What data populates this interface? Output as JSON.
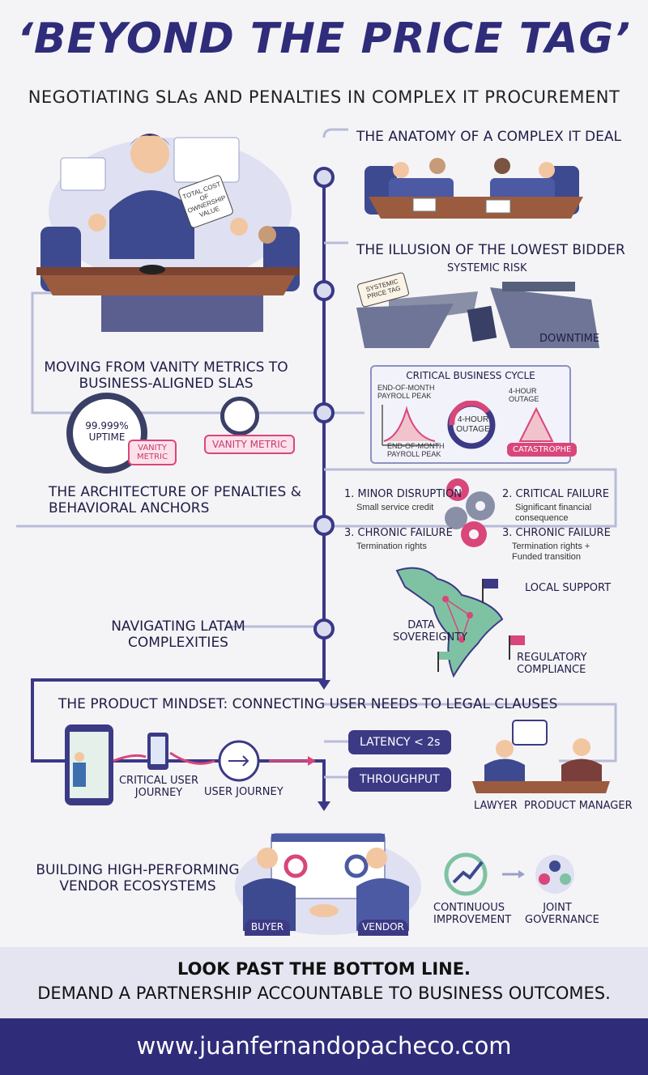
{
  "header": {
    "title": "‘BEYOND THE PRICE TAG’",
    "subtitle": "NEGOTIATING SLAs AND PENALTIES IN COMPLEX IT PROCUREMENT"
  },
  "sections": {
    "anatomy": "THE ANATOMY OF A COMPLEX IT DEAL",
    "lowest_bidder": "THE ILLUSION OF THE LOWEST BIDDER",
    "vanity_metrics": "MOVING FROM VANITY METRICS TO BUSINESS-ALIGNED SLAS",
    "penalties": "THE ARCHITECTURE OF PENALTIES & BEHAVIORAL ANCHORS",
    "latam": "NAVIGATING LATAM COMPLEXITIES",
    "product_mindset": "THE PRODUCT MINDSET: CONNECTING USER NEEDS TO LEGAL CLAUSES",
    "vendor_ecosystems": "BUILDING HIGH-PERFORMING VENDOR ECOSYSTEMS"
  },
  "illustrations": {
    "price_tag": "TOTAL COST OF OWNERSHIP VALUE",
    "lowest_price_tag": "SYSTEMIC PRICE TAG",
    "systemic_risk": "SYSTEMIC RISK",
    "downtime": "DOWNTIME",
    "uptime": "99.999% UPTIME",
    "vanity_metric_1": "VANITY METRIC",
    "vanity_metric_2": "VANITY METRIC"
  },
  "business_cycle": {
    "title": "CRITICAL BUSINESS CYCLE",
    "peak_top": "END-OF-MONTH PAYROLL PEAK",
    "peak_bottom": "END-OF-MONTH PAYROLL PEAK",
    "center": "4-HOUR OUTAGE",
    "right": "4-HOUR OUTAGE",
    "catastrophe": "CATASTROPHE"
  },
  "penalty_tiers": [
    {
      "title": "1. MINOR DISRUPTION",
      "detail": "Small service credit"
    },
    {
      "title": "2. CRITICAL FAILURE",
      "detail": "Significant financial consequence"
    },
    {
      "title": "3. CHRONIC FAILURE",
      "detail": "Termination rights"
    },
    {
      "title": "3. CHRONIC FAILURE",
      "detail": "Termination rights + Funded transition"
    }
  ],
  "latam_labels": {
    "local_support": "LOCAL SUPPORT",
    "data_sovereignty": "DATA SOVEREIGNTY",
    "regulatory": "REGULATORY COMPLIANCE"
  },
  "product_flow": {
    "critical_journey": "CRITICAL USER JOURNEY",
    "user_journey": "USER JOURNEY",
    "latency": "LATENCY < 2s",
    "throughput": "THROUGHPUT",
    "lawyer": "LAWYER",
    "product_manager": "PRODUCT MANAGER"
  },
  "ecosystem": {
    "buyer": "BUYER",
    "vendor": "VENDOR",
    "continuous": "CONTINUOUS IMPROVEMENT",
    "governance": "JOINT GOVERNANCE"
  },
  "cta": {
    "line1": "LOOK PAST THE BOTTOM LINE.",
    "line2": "DEMAND A PARTNERSHIP ACCOUNTABLE TO BUSINESS OUTCOMES."
  },
  "footer": {
    "url": "www.juanfernandopacheco.com"
  },
  "colors": {
    "primary": "#2f2c7a",
    "accent_pink": "#d9467a",
    "background": "#f4f4f7"
  }
}
